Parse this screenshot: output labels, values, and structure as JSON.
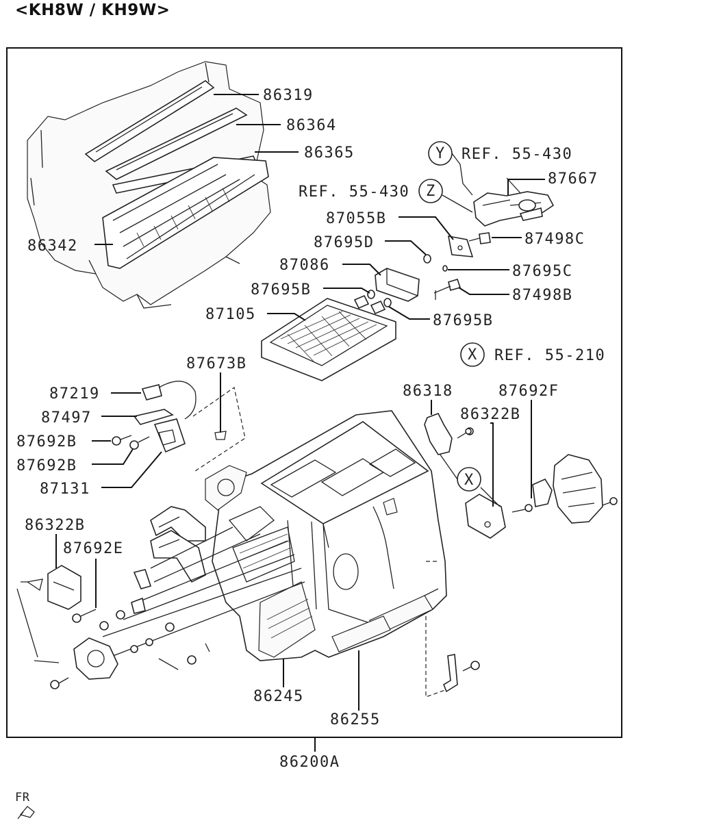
{
  "header": {
    "title": "<KH8W / KH9W>"
  },
  "parts": {
    "p86319": "86319",
    "p86364": "86364",
    "p86365": "86365",
    "p86342": "86342",
    "p87667": "87667",
    "p87055B": "87055B",
    "p87695D": "87695D",
    "p87498C": "87498C",
    "p87086": "87086",
    "p87695C": "87695C",
    "p87695B_left": "87695B",
    "p87498B": "87498B",
    "p87105": "87105",
    "p87695B_right": "87695B",
    "p87673B": "87673B",
    "p87219": "87219",
    "p87497": "87497",
    "p87692B_a": "87692B",
    "p87692B_b": "87692B",
    "p87131": "87131",
    "p86318": "86318",
    "p87692F": "87692F",
    "p86322B_right": "86322B",
    "p86322B_left": "86322B",
    "p87692E": "87692E",
    "p86245": "86245",
    "p86255": "86255",
    "p86200A": "86200A"
  },
  "refs": {
    "y_letter": "Y",
    "y_ref": "REF. 55-430",
    "z_letter": "Z",
    "z_ref": "REF. 55-430",
    "x_letter": "X",
    "x_ref": "REF. 55-210",
    "x_callout": "X"
  },
  "footer": {
    "front_mark": "FR"
  }
}
